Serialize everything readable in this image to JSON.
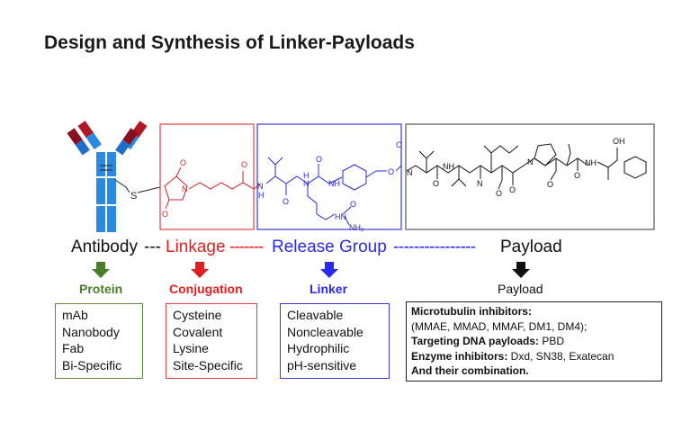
{
  "title": "Design and Synthesis of Linker-Payloads",
  "colors": {
    "protein": "#4a7d2a",
    "conjugation": "#e02020",
    "linker": "#2a2aee",
    "payload": "#111111"
  },
  "axis": {
    "antibody": "Antibody",
    "dash1": "---",
    "linkage": "Linkage",
    "dash2": "-------",
    "release": "Release Group",
    "dash3": "----------------",
    "payload": "Payload"
  },
  "atoms": {
    "S": "S",
    "O": "O",
    "N": "N",
    "H": "H",
    "NH": "NH",
    "HN": "HN",
    "NH2": "NH₂",
    "OH": "OH"
  },
  "categories": {
    "protein": {
      "label": "Protein",
      "items": [
        "mAb",
        "Nanobody",
        "Fab",
        "Bi-Specific"
      ]
    },
    "conjugation": {
      "label": "Conjugation",
      "items": [
        "Cysteine",
        "Covalent",
        "Lysine",
        "Site-Specific"
      ]
    },
    "linker": {
      "label": "Linker",
      "items": [
        "Cleavable",
        "Noncleavable",
        "Hydrophilic",
        "pH-sensitive"
      ]
    },
    "payload": {
      "label": "Payload",
      "lines": [
        {
          "bold": "Microtubulin inhibitors:",
          "text": ""
        },
        {
          "bold": "",
          "text": "(MMAE, MMAD, MMAF, DM1, DM4);"
        },
        {
          "bold": "Targeting DNA payloads:",
          "text": " PBD"
        },
        {
          "bold": "Enzyme inhibitors:",
          "text": " Dxd, SN38, Exatecan"
        },
        {
          "bold": "And their combination.",
          "text": ""
        }
      ]
    }
  }
}
